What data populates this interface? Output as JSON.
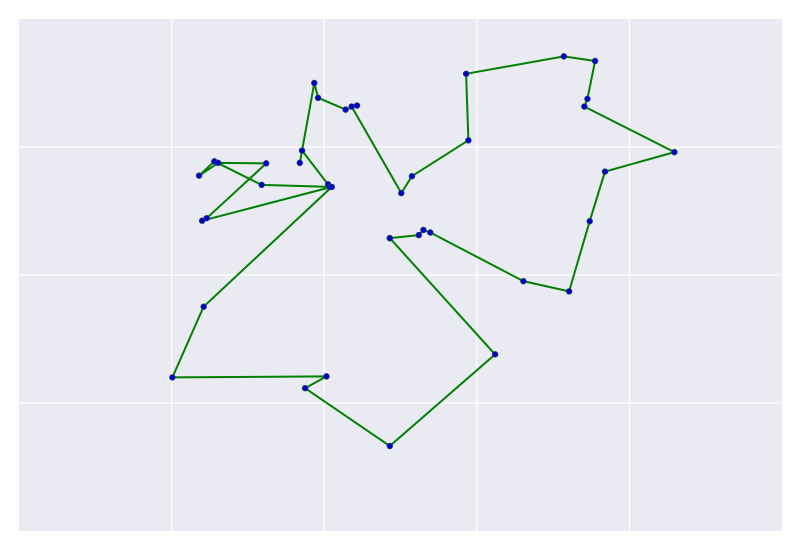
{
  "colors": {
    "background": "#ffffff",
    "plot_background": "#eaeaf2",
    "grid": "#ffffff",
    "line": "#008000",
    "marker_fill": "#0000cc",
    "marker_edge": "#1a3a6e"
  },
  "chart_data": {
    "type": "line",
    "title": "",
    "xlabel": "",
    "ylabel": "",
    "xlim": [
      0,
      1
    ],
    "ylim": [
      0,
      1
    ],
    "x_gridlines": [
      0.2,
      0.4,
      0.6,
      0.8
    ],
    "y_gridlines": [
      0.25,
      0.5,
      0.75
    ],
    "grid": true,
    "legend": "none",
    "ticks_labeled": false,
    "markers": true,
    "series": [
      {
        "points": [
          [
            0.486,
            0.572
          ],
          [
            0.524,
            0.578
          ],
          [
            0.53,
            0.588
          ],
          [
            0.539,
            0.583
          ],
          [
            0.661,
            0.488
          ],
          [
            0.721,
            0.468
          ],
          [
            0.748,
            0.605
          ],
          [
            0.768,
            0.702
          ],
          [
            0.859,
            0.74
          ],
          [
            0.741,
            0.829
          ],
          [
            0.745,
            0.844
          ],
          [
            0.755,
            0.918
          ],
          [
            0.714,
            0.927
          ],
          [
            0.586,
            0.893
          ],
          [
            0.589,
            0.763
          ],
          [
            0.515,
            0.693
          ],
          [
            0.501,
            0.66
          ],
          [
            0.436,
            0.829
          ],
          [
            0.443,
            0.831
          ],
          [
            0.428,
            0.823
          ],
          [
            0.392,
            0.846
          ],
          [
            0.387,
            0.875
          ],
          [
            0.368,
            0.719
          ],
          [
            0.371,
            0.743
          ],
          [
            0.405,
            0.677
          ],
          [
            0.407,
            0.672
          ],
          [
            0.318,
            0.676
          ],
          [
            0.256,
            0.722
          ],
          [
            0.236,
            0.694
          ],
          [
            0.261,
            0.719
          ],
          [
            0.324,
            0.718
          ],
          [
            0.246,
            0.611
          ],
          [
            0.24,
            0.606
          ],
          [
            0.41,
            0.672
          ],
          [
            0.242,
            0.438
          ],
          [
            0.201,
            0.3
          ],
          [
            0.403,
            0.302
          ],
          [
            0.375,
            0.279
          ],
          [
            0.486,
            0.166
          ],
          [
            0.624,
            0.345
          ],
          [
            0.486,
            0.572
          ]
        ]
      }
    ]
  }
}
